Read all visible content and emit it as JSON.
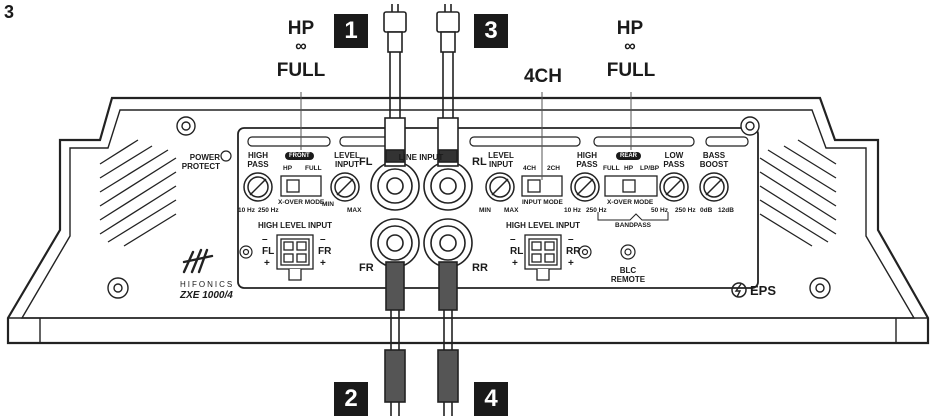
{
  "figure_number": "3",
  "callouts": {
    "left_mode": {
      "top": "HP",
      "symbol": "∞",
      "bottom": "FULL"
    },
    "ch_mode": "4CH",
    "right_mode": {
      "top": "HP",
      "symbol": "∞",
      "bottom": "FULL"
    }
  },
  "badges": [
    "1",
    "3",
    "2",
    "4"
  ],
  "panel": {
    "power_protect": "POWER\nPROTECT",
    "line_input": "LINE INPUT",
    "front_pill": "FRONT",
    "rear_pill": "REAR",
    "high_pass": "HIGH\nPASS",
    "level_input": "LEVEL\nINPUT",
    "low_pass": "LOW\nPASS",
    "bass_boost": "BASS\nBOOST",
    "hp": "HP",
    "full": "FULL",
    "lp_bp": "LP/BP",
    "xover_mode": "X-OVER MODE",
    "input_mode": "INPUT MODE",
    "ch4": "4CH",
    "ch2": "2CH",
    "hz10": "10 Hz",
    "hz250": "250 Hz",
    "hz50": "50 Hz",
    "min": "MIN",
    "max": "MAX",
    "db0": "0dB",
    "db12": "12dB",
    "bandpass": "BANDPASS",
    "high_level_input": "HIGH LEVEL INPUT",
    "fl": "FL",
    "fr": "FR",
    "rl": "RL",
    "rr": "RR",
    "plus": "+",
    "minus": "–",
    "blc_remote": "BLC\nREMOTE",
    "brand": "HIFONICS",
    "model": "ZXE 1000/4",
    "eps": "EPS"
  }
}
